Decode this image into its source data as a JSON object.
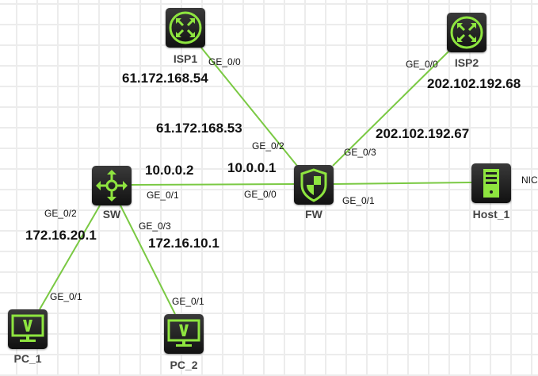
{
  "colors": {
    "link": "#7ac943",
    "icon": "#8ee53f"
  },
  "devices": {
    "isp1": {
      "name": "ISP1",
      "icon": "router-icon"
    },
    "isp2": {
      "name": "ISP2",
      "icon": "router-icon"
    },
    "sw": {
      "name": "SW",
      "icon": "switch-icon"
    },
    "fw": {
      "name": "FW",
      "icon": "firewall-icon"
    },
    "host1": {
      "name": "Host_1",
      "icon": "server-icon"
    },
    "pc1": {
      "name": "PC_1",
      "icon": "pc-icon"
    },
    "pc2": {
      "name": "PC_2",
      "icon": "pc-icon"
    }
  },
  "ports": {
    "isp1_ge00": "GE_0/0",
    "fw_ge02": "GE_0/2",
    "isp2_ge00": "GE_0/0",
    "fw_ge03": "GE_0/3",
    "sw_ge01": "GE_0/1",
    "fw_ge00": "GE_0/0",
    "fw_ge01": "GE_0/1",
    "host_nic": "NIC",
    "sw_ge02": "GE_0/2",
    "sw_ge03": "GE_0/3",
    "pc1_ge01": "GE_0/1",
    "pc2_ge01": "GE_0/1"
  },
  "ips": {
    "isp1": "61.172.168.54",
    "fw_isp1": "61.172.168.53",
    "isp2": "202.102.192.68",
    "fw_isp2": "202.102.192.67",
    "sw_fw": "10.0.0.2",
    "fw_sw": "10.0.0.1",
    "sw_pc1": "172.16.20.1",
    "sw_pc2": "172.16.10.1"
  }
}
